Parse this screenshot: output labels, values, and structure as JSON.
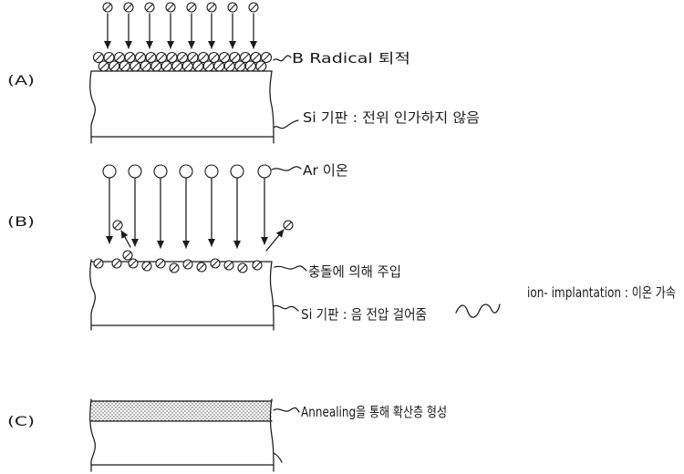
{
  "colors": {
    "ink": "#1b1b1b",
    "background": "#ffffff"
  },
  "panels": {
    "a": {
      "label": "(A)",
      "deposition_label": "B Radical 퇴적",
      "substrate_label": "Si 기판 : 전위 인가하지 않음"
    },
    "b": {
      "label": "(B)",
      "ion_label": "Ar 이온",
      "implant_label": "충돌에 의해 주입",
      "substrate_label": "Si 기판 : 음 전압 걸어줌",
      "legend_label": "ion- implantation : 이온 가속"
    },
    "c": {
      "label": "(C)",
      "anneal_label": "Annealing을 통해 확산층 형성"
    }
  }
}
